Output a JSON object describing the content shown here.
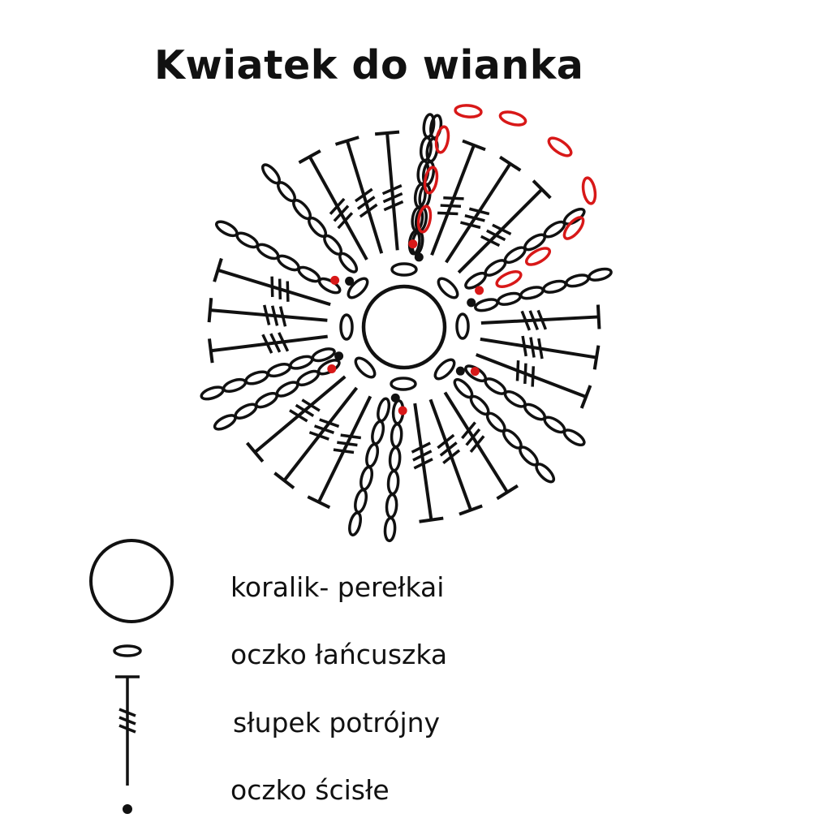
{
  "title": "Kwiatek do wianka",
  "legend": [
    {
      "symbol": "large-circle",
      "label": "koralik- perełkai"
    },
    {
      "symbol": "chain-oval",
      "label": "oczko łańcuszka"
    },
    {
      "symbol": "treble-crochet",
      "label": "słupek potrójny"
    },
    {
      "symbol": "slip-stitch-dot",
      "label": "oczko ścisłe"
    }
  ],
  "colors": {
    "ink": "#111111",
    "accent": "#d81818"
  }
}
